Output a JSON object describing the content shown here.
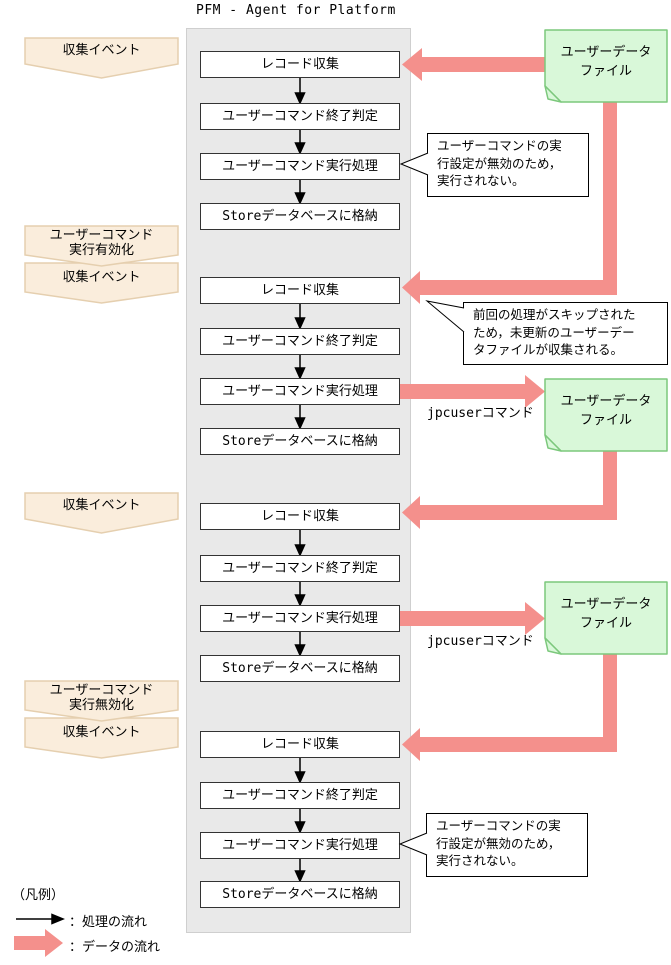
{
  "title": "PFM - Agent for Platform",
  "banners": [
    {
      "label": "収集イベント"
    },
    {
      "label": "ユーザーコマンド\n実行有効化"
    },
    {
      "label": "収集イベント"
    },
    {
      "label": "収集イベント"
    },
    {
      "label": "ユーザーコマンド\n実行無効化"
    },
    {
      "label": "収集イベント"
    }
  ],
  "groups": [
    {
      "boxes": [
        "レコード収集",
        "ユーザーコマンド終了判定",
        "ユーザーコマンド実行処理",
        "Storeデータベースに格納"
      ]
    },
    {
      "boxes": [
        "レコード収集",
        "ユーザーコマンド終了判定",
        "ユーザーコマンド実行処理",
        "Storeデータベースに格納"
      ]
    },
    {
      "boxes": [
        "レコード収集",
        "ユーザーコマンド終了判定",
        "ユーザーコマンド実行処理",
        "Storeデータベースに格納"
      ]
    },
    {
      "boxes": [
        "レコード収集",
        "ユーザーコマンド終了判定",
        "ユーザーコマンド実行処理",
        "Storeデータベースに格納"
      ]
    }
  ],
  "notes": [
    {
      "label": "ユーザーデータ\nファイル"
    },
    {
      "label": "ユーザーデータ\nファイル"
    },
    {
      "label": "ユーザーデータ\nファイル"
    }
  ],
  "callouts": [
    {
      "text": "ユーザーコマンドの実\n行設定が無効のため，\n実行されない。"
    },
    {
      "text": "前回の処理がスキップされた\nため，未更新のユーザーデー\nタファイルが収集される。"
    },
    {
      "text": "ユーザーコマンドの実\n行設定が無効のため，\n実行されない。"
    }
  ],
  "arrow_labels": [
    {
      "label": "jpcuserコマンド"
    },
    {
      "label": "jpcuserコマンド"
    }
  ],
  "legend": {
    "heading": "（凡例）",
    "process_flow": "：処理の流れ",
    "data_flow": "：データの流れ"
  },
  "colors": {
    "data_flow_pink": "#F4908C",
    "note_fill": "#D9F8D9",
    "note_border": "#7CC87C",
    "banner_fill": "#FAEDDC",
    "banner_border": "#E5CFAF",
    "container_fill": "#E9E9E9",
    "box_border": "#333333"
  }
}
